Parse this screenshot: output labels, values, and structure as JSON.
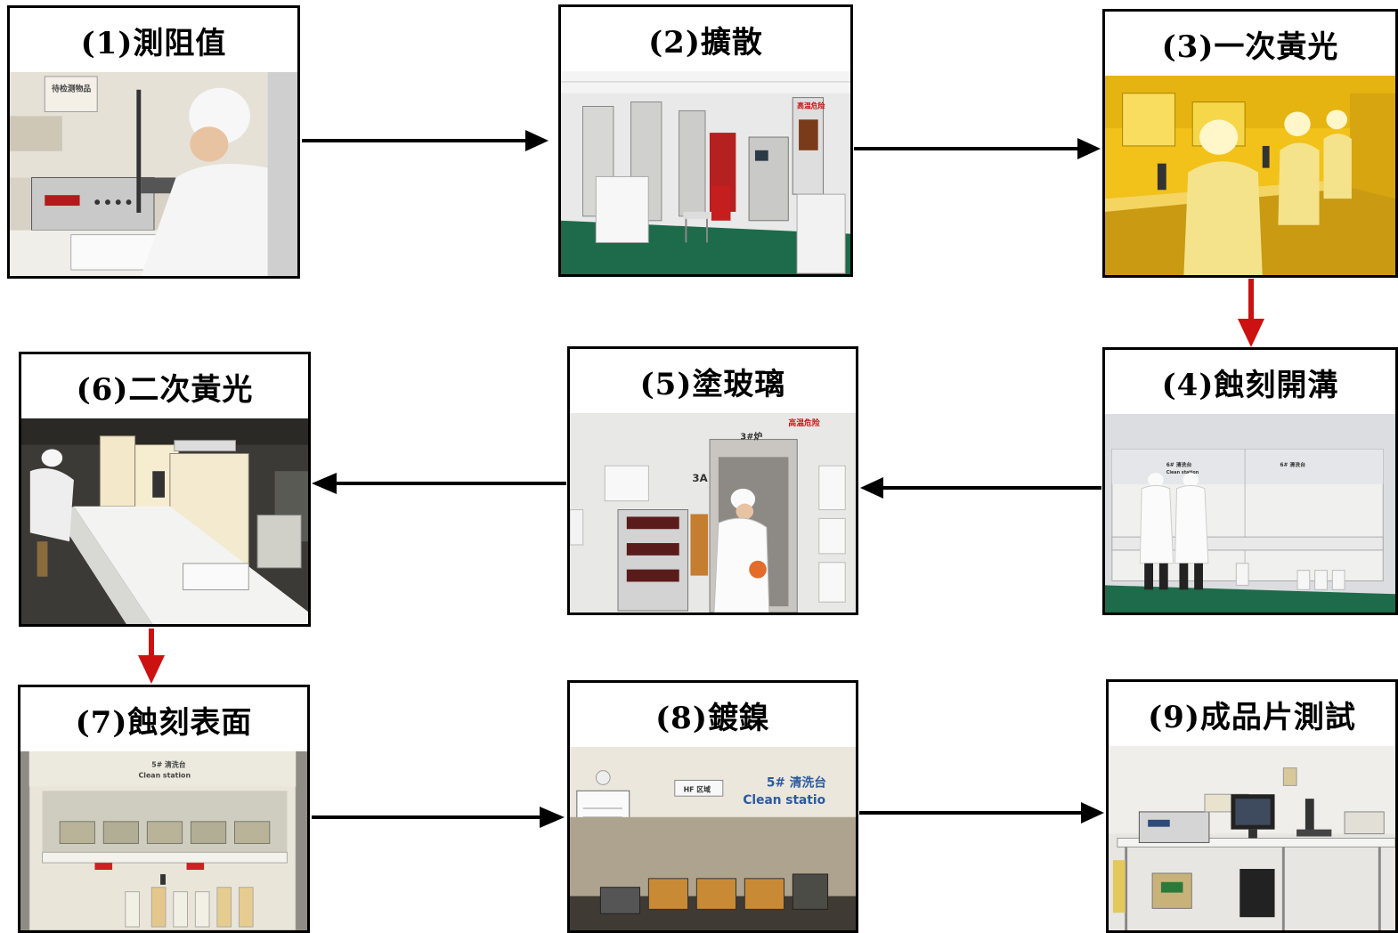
{
  "steps": [
    {
      "id": 1,
      "title": "(1)測阻值",
      "photo": "sheet-resistance-measurement-photo"
    },
    {
      "id": 2,
      "title": "(2)擴散",
      "photo": "diffusion-furnace-room-photo"
    },
    {
      "id": 3,
      "title": "(3)一次黃光",
      "photo": "first-photolithography-yellow-room-photo"
    },
    {
      "id": 4,
      "title": "(4)蝕刻開溝",
      "photo": "trench-etching-clean-station-photo"
    },
    {
      "id": 5,
      "title": "(5)塗玻璃",
      "photo": "glass-coating-furnace-photo"
    },
    {
      "id": 6,
      "title": "(6)二次黃光",
      "photo": "second-photolithography-room-photo"
    },
    {
      "id": 7,
      "title": "(7)蝕刻表面",
      "photo": "surface-etching-clean-station-photo"
    },
    {
      "id": 8,
      "title": "(8)鍍鎳",
      "photo": "nickel-plating-clean-station-photo"
    },
    {
      "id": 9,
      "title": "(9)成品片測試",
      "photo": "finished-wafer-testing-photo"
    }
  ],
  "photo_text": {
    "p1_label": "待检测物品",
    "p2_sign": "高温危险",
    "p4_station_a": "6# 清洗台",
    "p4_station_a_en": "Clean station",
    "p4_station_b": "6# 清洗台",
    "p5_sign": "高温危险",
    "p5_furnace": "3#炉",
    "p5_unit": "3A",
    "p7_station": "5# 清洗台",
    "p7_station_en": "Clean station",
    "p8_station": "5# 清洗台",
    "p8_station_en": "Clean statio",
    "p8_sign": "HF 区域"
  },
  "colors": {
    "flow_arrow": "#000000",
    "row_change_arrow": "#cc1111",
    "yellow_room": "#f2c21a",
    "clean_room_floor": "#1d6b4a"
  }
}
